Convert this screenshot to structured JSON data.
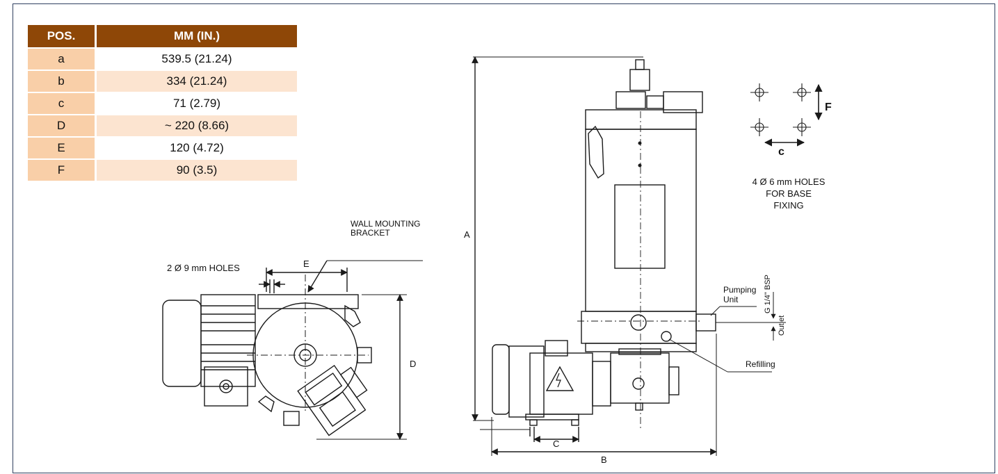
{
  "table": {
    "headers": {
      "pos": "POS.",
      "mm": "MM (IN.)"
    },
    "rows": [
      {
        "pos": "a",
        "mm": "539.5 (21.24)"
      },
      {
        "pos": "b",
        "mm": "334 (21.24)"
      },
      {
        "pos": "c",
        "mm": "71 (2.79)"
      },
      {
        "pos": "D",
        "mm": "~ 220 (8.66)"
      },
      {
        "pos": "E",
        "mm": "120 (4.72)"
      },
      {
        "pos": "F",
        "mm": "90 (3.5)"
      }
    ]
  },
  "side_view": {
    "bracket_label_line1": "WALL MOUNTING",
    "bracket_label_line2": "BRACKET",
    "holes_label": "2 Ø 9 mm HOLES",
    "dim_E": "E",
    "dim_D": "D"
  },
  "front_view": {
    "dim_A": "A",
    "dim_B": "B",
    "dim_C": "C",
    "pumping_line1": "Pumping",
    "pumping_line2": "Unit",
    "thread": "G 1/4\" BSP",
    "outlet": "Outlet",
    "refilling": "Refilling"
  },
  "base_fixing": {
    "dim_F": "F",
    "dim_c": "c",
    "line1": "4 Ø 6 mm HOLES",
    "line2": "FOR BASE",
    "line3": "FIXING"
  },
  "colors": {
    "header_brown": "#8e4707",
    "pos_cell": "#f9cfa8",
    "stripe": "#fce4d0",
    "frame": "#2f3f5f"
  }
}
